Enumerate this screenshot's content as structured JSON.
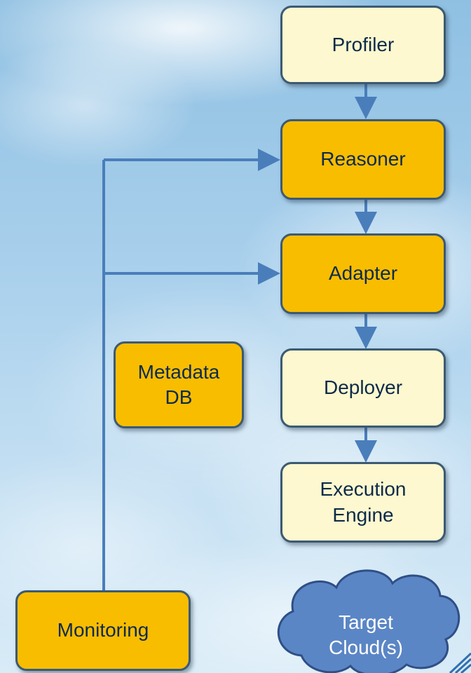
{
  "nodes": {
    "profiler": "Profiler",
    "reasoner": "Reasoner",
    "adapter": "Adapter",
    "metadata_db": "Metadata\nDB",
    "deployer": "Deployer",
    "execution_engine": "Execution\nEngine",
    "monitoring": "Monitoring",
    "target_cloud": "Target\nCloud(s)"
  },
  "colors": {
    "light_box": "#fdf8cf",
    "dark_box": "#f9bd00",
    "arrow": "#4a7ebb",
    "cloud_fill": "#5b86c5"
  }
}
